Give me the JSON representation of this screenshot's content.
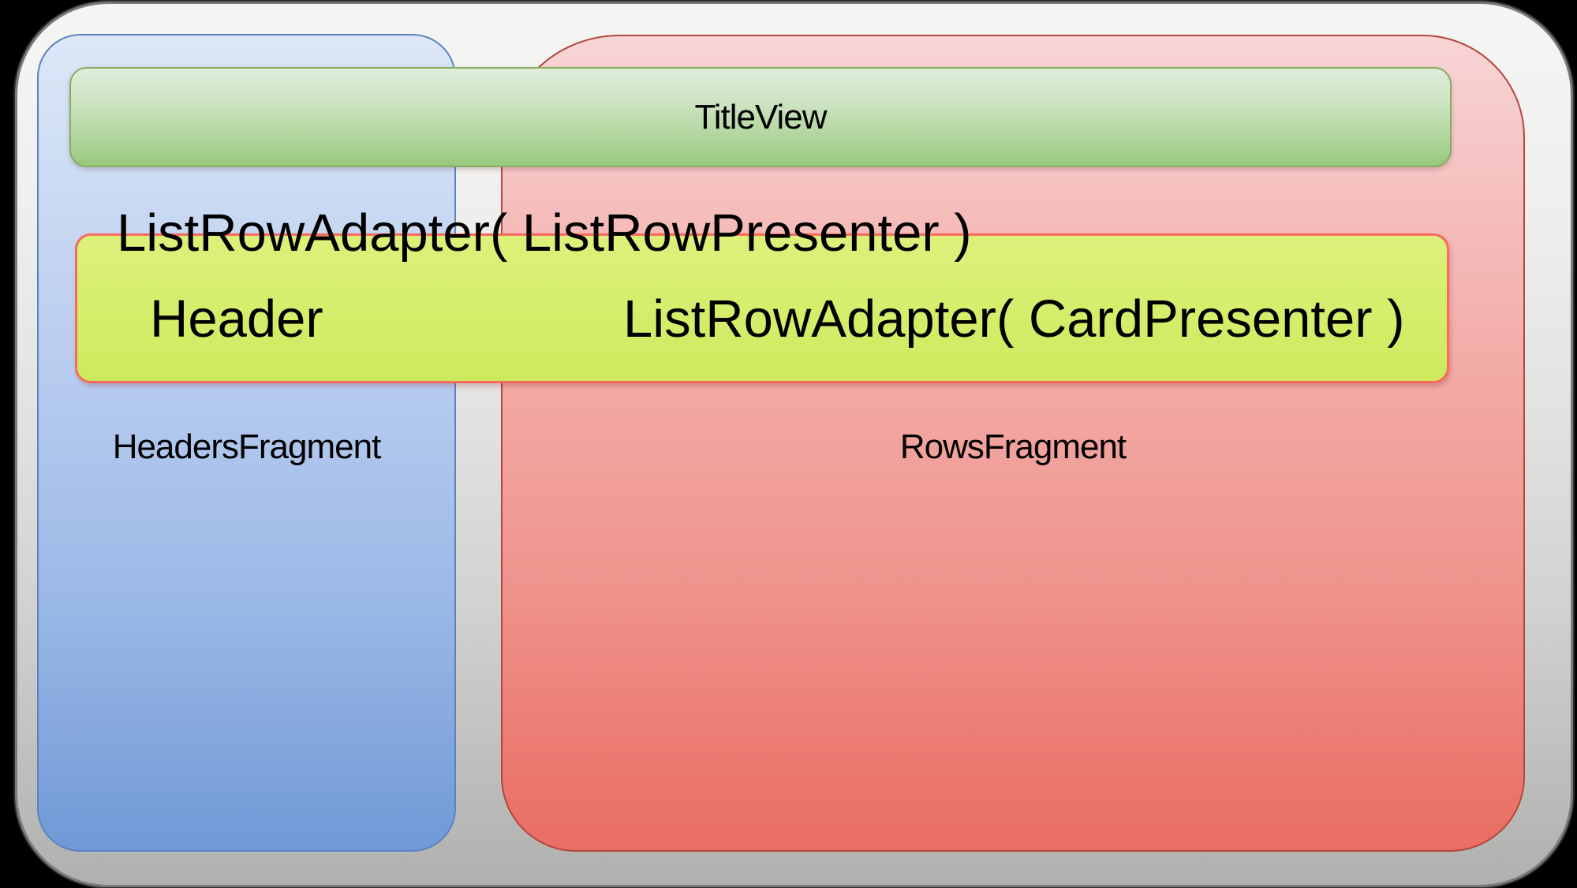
{
  "diagram": {
    "type": "android-leanback-browse-fragment-structure",
    "title_view": {
      "label": "TitleView"
    },
    "headers_fragment": {
      "label": "HeadersFragment"
    },
    "rows_fragment": {
      "label": "RowsFragment"
    },
    "overlay_label": {
      "text": "ListRowAdapter( ListRowPresenter )"
    },
    "adapter_row": {
      "header_label": "Header",
      "card_adapter_label": "ListRowAdapter( CardPresenter )"
    }
  },
  "colors": {
    "page-bg": "#000000",
    "text": "#000000",
    "panel-top": "#f5f5f3",
    "panel-bottom": "#b0b0ae",
    "panel-border": "#7a7a78",
    "blue-top": "#dce8f8",
    "blue-bottom": "#6f99d7",
    "blue-border": "#5b83c0",
    "red-top": "#f8d5d6",
    "red-bottom": "#e96d64",
    "red-border": "#b2473c",
    "green-top": "#dfedd9",
    "green-bottom": "#98c87e",
    "green-border": "#87ae5f",
    "yellow-fill": "#d5ee6c",
    "yellow-border": "#f8695e"
  }
}
